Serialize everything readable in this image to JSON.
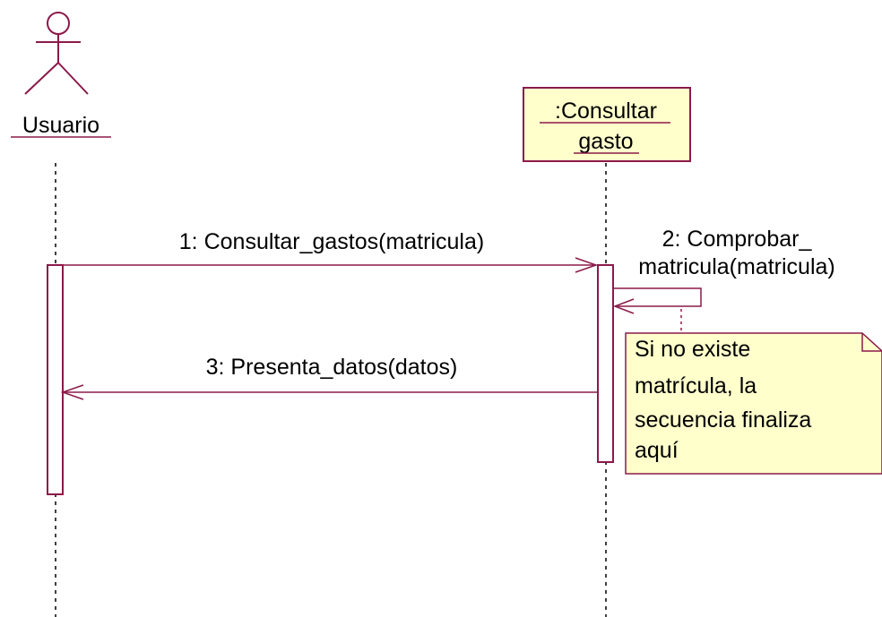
{
  "colors": {
    "line": "#8b1a4a",
    "object_fill": "#ffffcc",
    "note_fill": "#ffffcc",
    "text": "#000000"
  },
  "actor": {
    "name": "Usuario",
    "icon": "stick-figure-actor-icon"
  },
  "object": {
    "line1": ":Consultar",
    "line2": "gasto"
  },
  "messages": [
    {
      "label": "1: Consultar_gastos(matricula)"
    },
    {
      "label_line1": "2: Comprobar_",
      "label_line2": "matricula(matricula)"
    },
    {
      "label": "3: Presenta_datos(datos)"
    }
  ],
  "note": {
    "lines": [
      "Si no existe",
      "matrícula, la",
      "secuencia finaliza",
      "aquí"
    ]
  }
}
